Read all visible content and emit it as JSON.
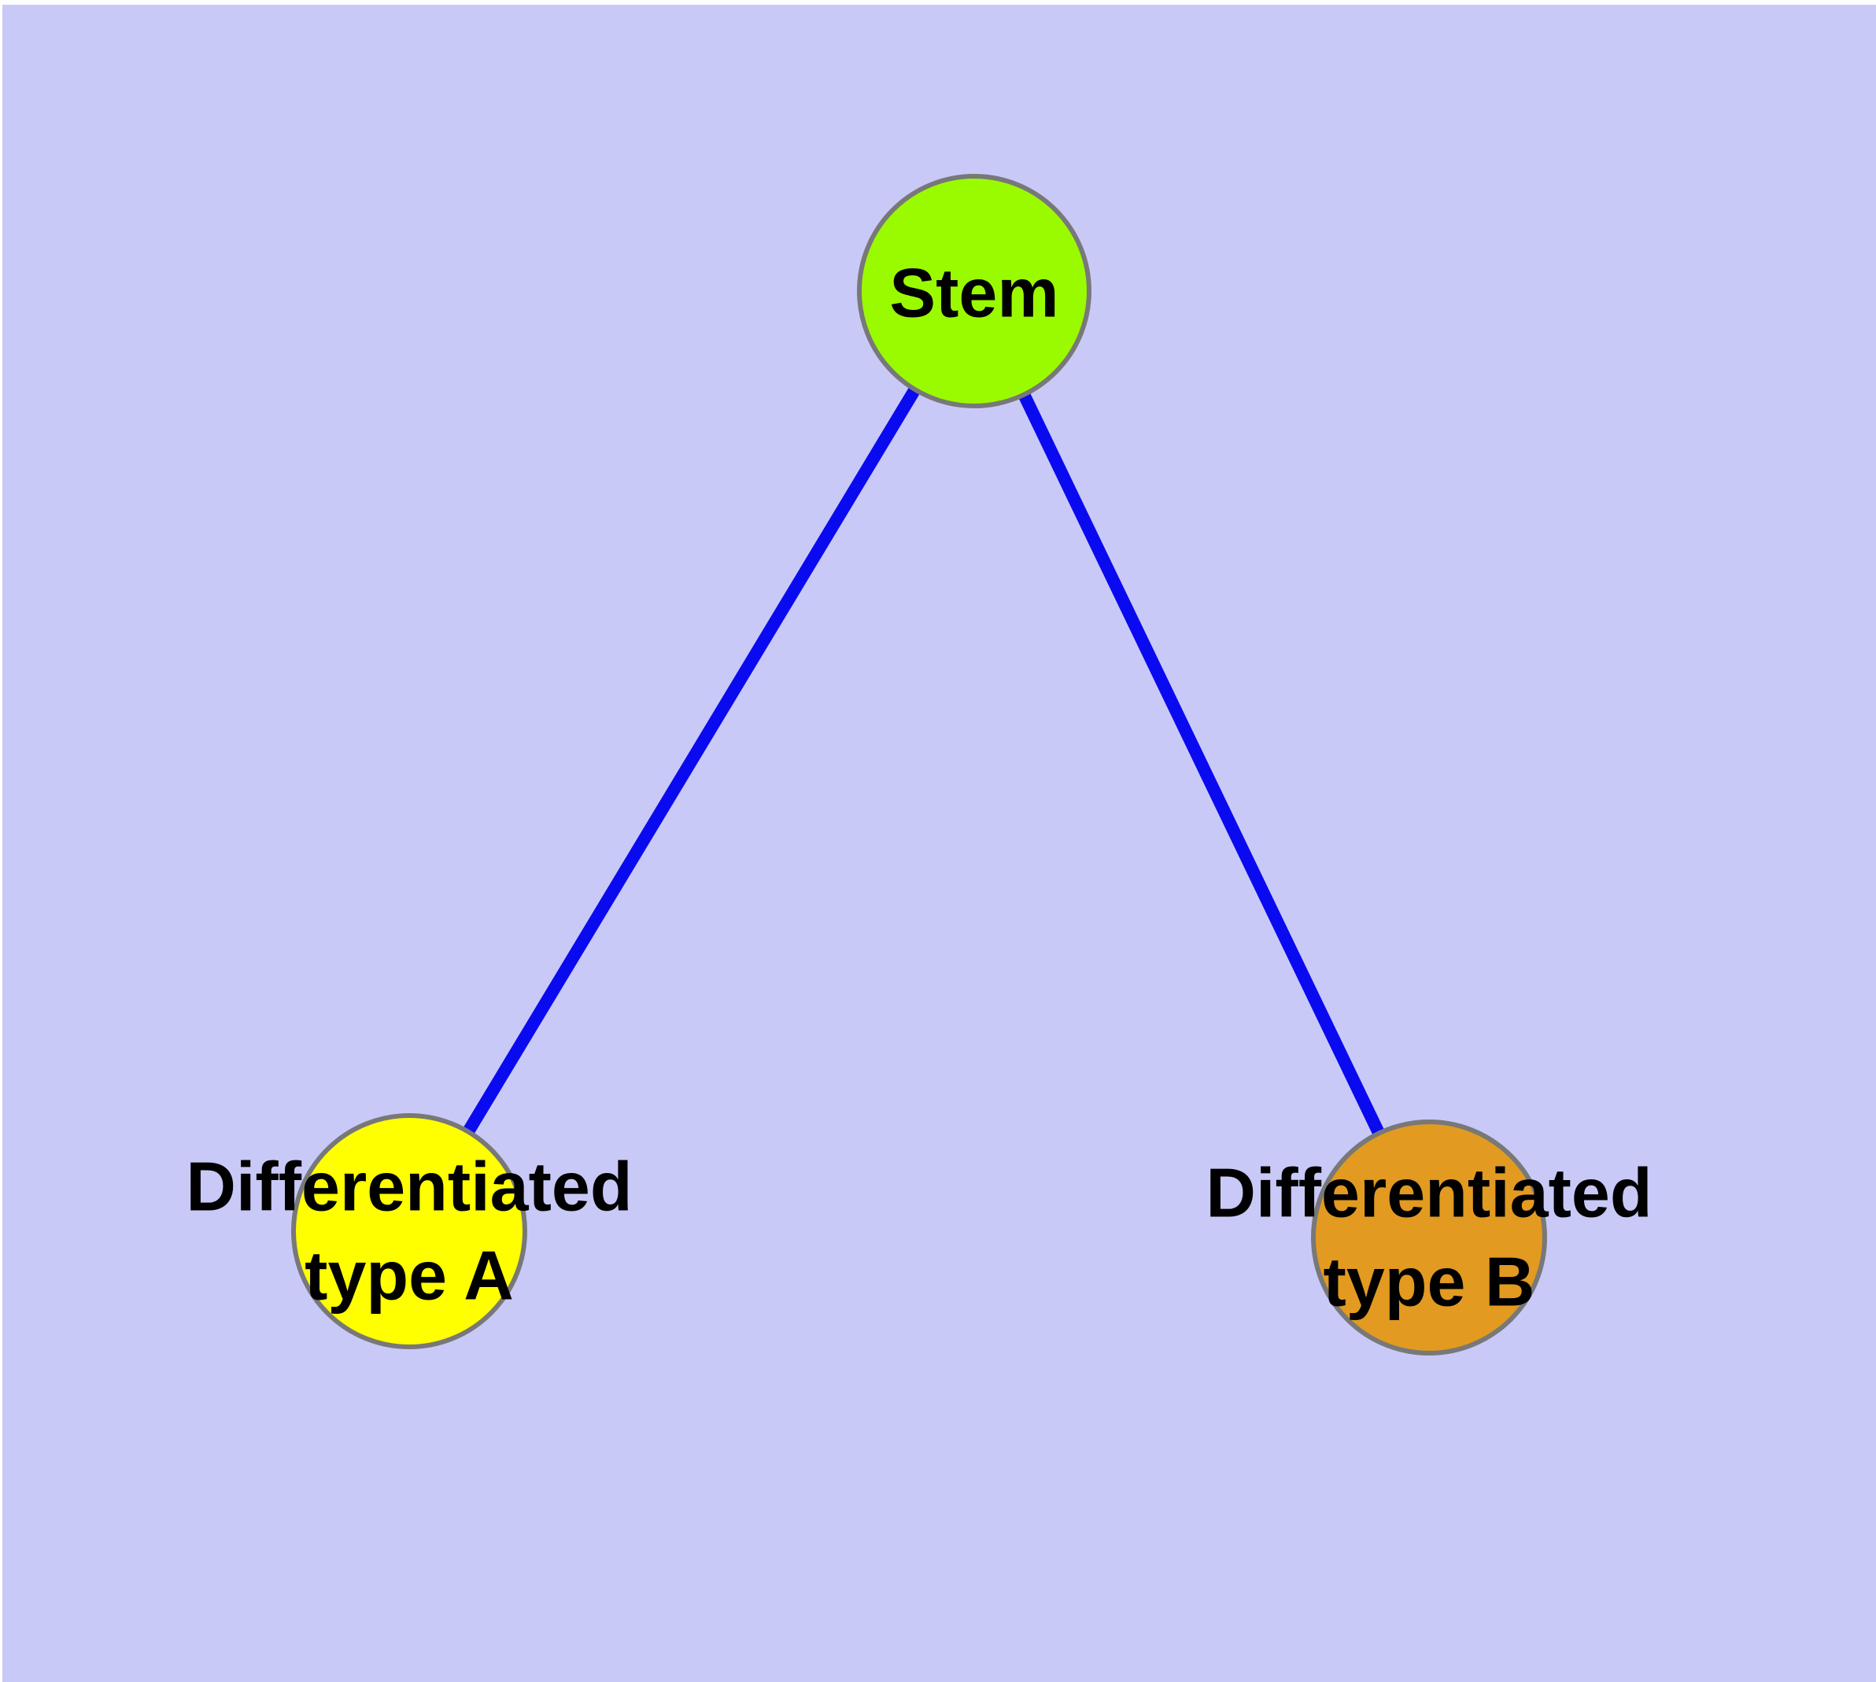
{
  "diagram": {
    "background_color": "#c9c9f8",
    "page_margin_color": "#ffffff",
    "edge_color": "#0a0af0",
    "node_border_color": "#787878",
    "label_color": "#000000",
    "nodes": {
      "stem": {
        "label": "Stem",
        "fill": "#9afb00"
      },
      "type_a": {
        "label": "Differentiated\ntype A",
        "fill": "#ffff00"
      },
      "type_b": {
        "label": "Differentiated\ntype B",
        "fill": "#e29a20"
      }
    },
    "edges": [
      {
        "from": "Stem",
        "to": "Differentiated type A"
      },
      {
        "from": "Stem",
        "to": "Differentiated type B"
      }
    ]
  }
}
